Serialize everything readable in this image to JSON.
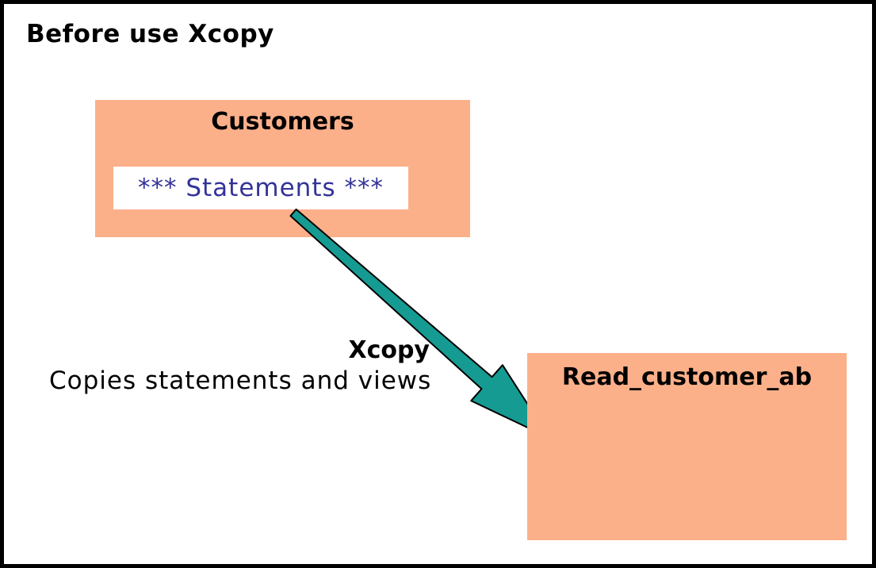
{
  "diagram": {
    "title": "Before use Xcopy",
    "customers_box": {
      "label": "Customers",
      "statements_label": "*** Statements ***"
    },
    "arrow": {
      "icon": "diagonal-arrow-down-right",
      "label": "Xcopy",
      "description": "Copies statements and views"
    },
    "read_box": {
      "label": "Read_customer_ab"
    },
    "colors": {
      "box_fill": "#FCB08A",
      "arrow_fill": "#169B93",
      "arrow_outline": "#000000",
      "statements_text": "#333399",
      "border": "#000000",
      "background": "#FFFFFF"
    }
  }
}
